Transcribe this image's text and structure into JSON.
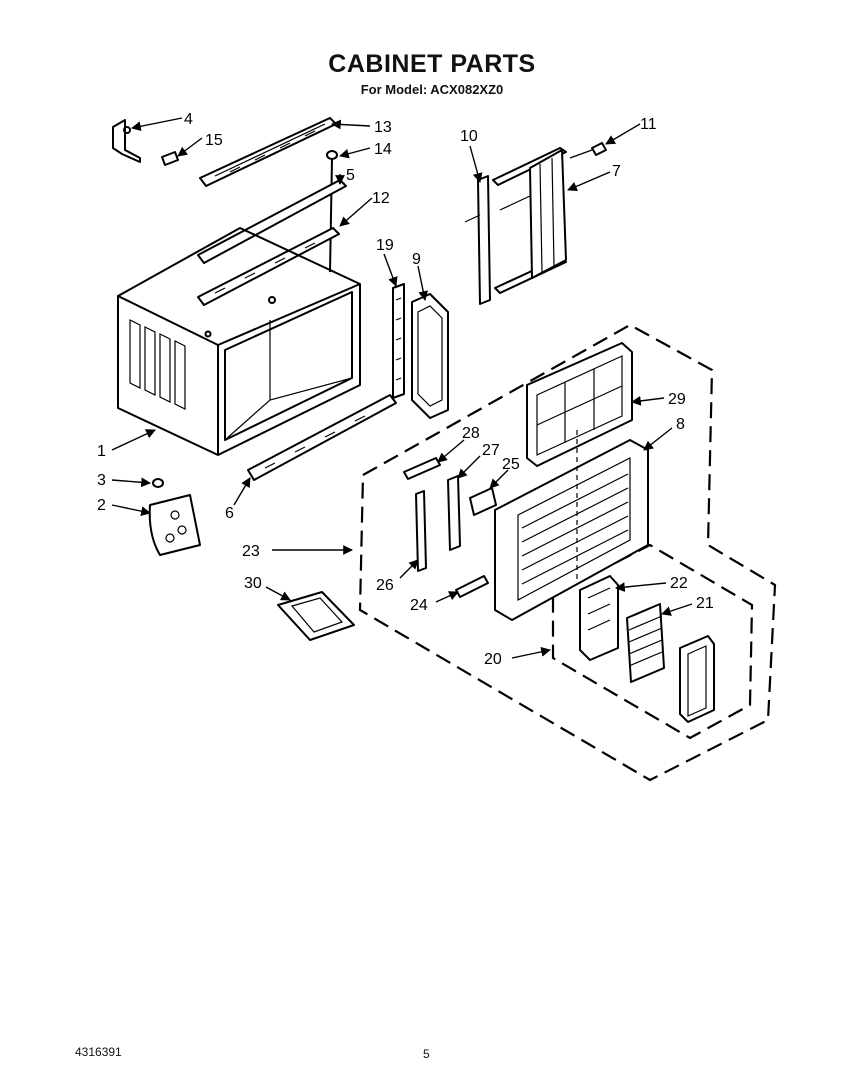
{
  "header": {
    "title": "CABINET PARTS",
    "subtitle": "For Model: ACX082XZ0"
  },
  "footer": {
    "doc_number": "4316391",
    "page_number": "5"
  },
  "callouts": [
    "1",
    "2",
    "3",
    "4",
    "5",
    "6",
    "7",
    "8",
    "9",
    "10",
    "11",
    "12",
    "13",
    "14",
    "15",
    "19",
    "20",
    "21",
    "22",
    "23",
    "24",
    "25",
    "26",
    "27",
    "28",
    "29",
    "30"
  ]
}
